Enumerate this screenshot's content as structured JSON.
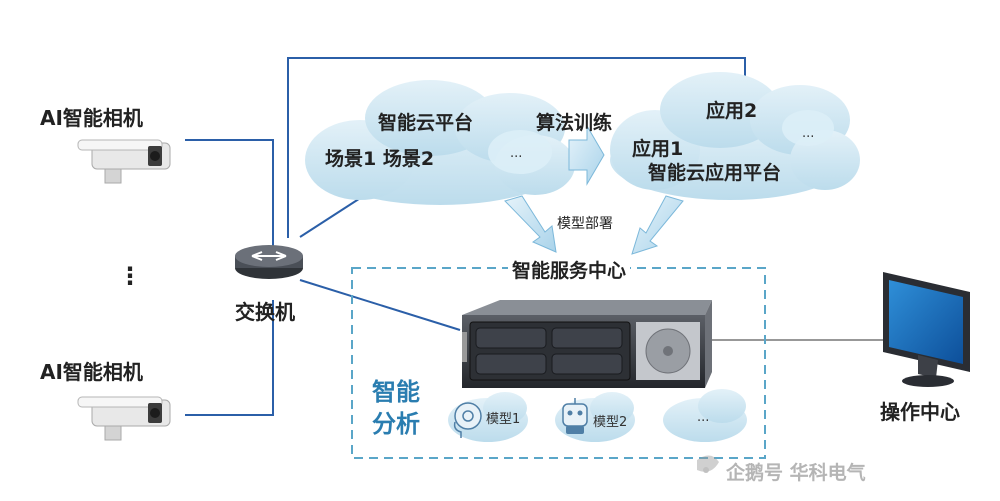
{
  "camera_top_label": "AI智能相机",
  "camera_bottom_label": "AI智能相机",
  "vertical_ellipsis": "⋮",
  "switch_label": "交换机",
  "cloud_left": {
    "title": "智能云平台",
    "scenes": "场景1 场景2",
    "more": "..."
  },
  "training_label": "算法训练",
  "cloud_right": {
    "app2": "应用2",
    "app1": "应用1",
    "title": "智能云应用平台",
    "more": "..."
  },
  "deploy_label": "模型部署",
  "service_center": {
    "title": "智能服务中心",
    "analysis_label_line1": "智能",
    "analysis_label_line2": "分析",
    "model1": "模型1",
    "model2": "模型2",
    "more": "..."
  },
  "operation_center_label": "操作中心",
  "watermark": "企鹅号 华科电气",
  "colors": {
    "line": "#2b5fa8",
    "cloud_fill": "#cfe6f2",
    "dashed_border": "#5aa6c8",
    "accent_text": "#2a7db0",
    "arrow_fill": "#bcdcee"
  },
  "icons": [
    "camera-icon",
    "switch-icon",
    "server-icon",
    "monitor-icon",
    "gear-head-icon",
    "robot-icon",
    "cloud-icon",
    "arrow-icon"
  ]
}
